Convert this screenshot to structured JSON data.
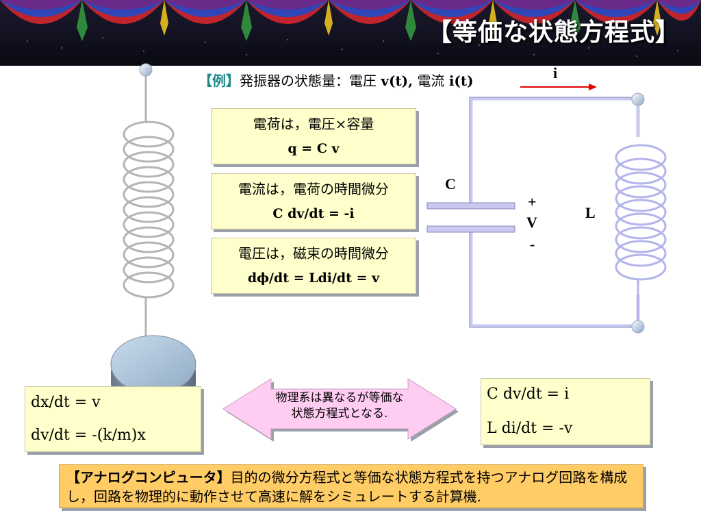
{
  "title": "【等価な状態方程式】",
  "example": {
    "tag": "【例】",
    "text": "発振器の状態量：電圧",
    "v": "v(t),",
    "current_word": "電流",
    "i": "i(t)"
  },
  "boxes": [
    {
      "line1": "電荷は，電圧×容量",
      "line2": "q = C v"
    },
    {
      "line1": "電流は，電荷の時間微分",
      "line2": "C dv/dt = -i"
    },
    {
      "line1": "電圧は，磁束の時間微分",
      "line2": "dϕ/dt = Ldi/dt = v"
    }
  ],
  "circuit": {
    "current_label": "i",
    "cap_label": "C",
    "plus": "+",
    "v_label": "V",
    "minus": "-",
    "ind_label": "L"
  },
  "mech_eq": {
    "eq1": "dx/dt = v",
    "eq2": "dv/dt = -(k/m)x"
  },
  "elec_eq": {
    "eq1": "C dv/dt = i",
    "eq2": "L di/dt = -v"
  },
  "arrow_text": {
    "line1": "物理系は異なるが等価な",
    "line2": "状態方程式となる."
  },
  "bottom": {
    "tag": "【アナログコンピュータ】",
    "text": "目的の微分方程式と等価な状態方程式を持つアナログ回路を構成し，回路を物理的に動作させて高速に解をシミュレートする計算機."
  },
  "colors": {
    "box_fill": "#ffffcc",
    "bottom_fill": "#ffcc66",
    "arrow_fill": "#ffccf2",
    "wire": "#c8c8f0",
    "current_arrow": "#e00000"
  }
}
